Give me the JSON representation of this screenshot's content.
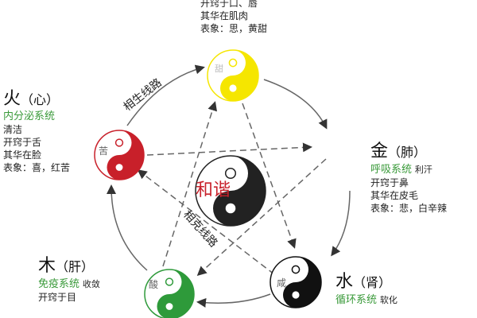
{
  "center": {
    "label": "和谐",
    "color": "#222222"
  },
  "lines": {
    "generating": "相生线路",
    "controlling": "相克线路"
  },
  "earth": {
    "lines": [
      "开窍于口、唇",
      "其华在肌肉",
      "表象：思，黄甜"
    ],
    "taste": "甜",
    "color": "#f5e600"
  },
  "fire": {
    "title": "火",
    "organ": "（心）",
    "system": "内分泌系统",
    "lines": [
      "清洁",
      "开窍于舌",
      "其华在脸",
      "表象：喜，红苦"
    ],
    "taste": "苦",
    "color": "#c8202a"
  },
  "metal": {
    "title": "金",
    "organ": "（肺）",
    "system": "呼吸系统",
    "extra": "利汗",
    "lines": [
      "开窍于鼻",
      "其华在皮毛",
      "表象：悲，白辛辣"
    ]
  },
  "wood": {
    "title": "木",
    "organ": "（肝）",
    "system": "免疫系统",
    "extra": "收敛",
    "lines": [
      "开窍于目"
    ],
    "taste": "酸",
    "color": "#2e9a3a"
  },
  "water": {
    "title": "水",
    "organ": "（肾）",
    "system": "循环系统",
    "extra": "软化",
    "taste": "咸",
    "color": "#111111"
  }
}
